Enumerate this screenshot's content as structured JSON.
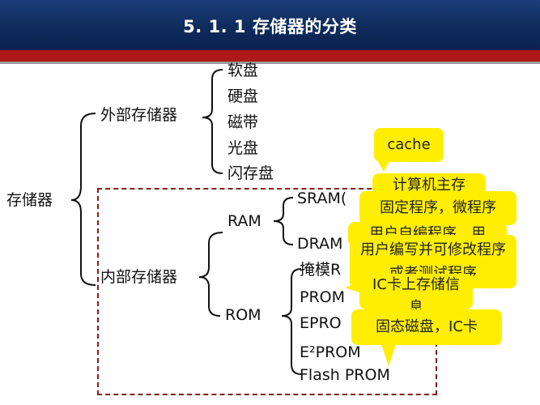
{
  "header": {
    "title": "5. 1. 1  存储器的分类"
  },
  "tree": {
    "root": "存储器",
    "external": {
      "label": "外部存储器",
      "items": [
        "软盘",
        "硬盘",
        "磁带",
        "光盘",
        "闪存盘"
      ]
    },
    "internal": {
      "label": "内部存储器",
      "ram": {
        "label": "RAM",
        "items": [
          "SRAM(",
          "DRAM"
        ]
      },
      "rom": {
        "label": "ROM",
        "items": [
          "掩模R",
          "PROM",
          "EPRO",
          "E²PROM",
          "Flash PROM"
        ]
      }
    }
  },
  "callouts": {
    "cache": "cache",
    "main_memory": "计算机主存",
    "fixed_program": "固定程序，微程序",
    "user_program": "用户自编程序，用",
    "user_write": "用户编写并可修改程序或者测试程序",
    "ic_card": "IC卡上存储信息",
    "ssd": "固态磁盘，IC卡"
  }
}
